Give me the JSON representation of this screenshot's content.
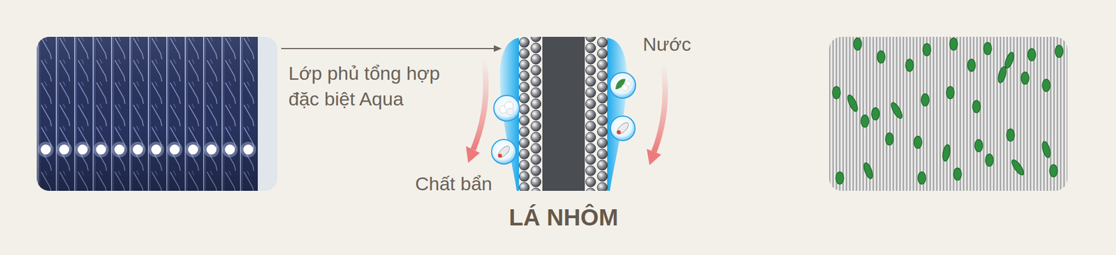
{
  "diagram": {
    "labels": [
      "Lớp phủ tổng hợp đặc biệt Aqua",
      "Nước",
      "Chất bẩn",
      "LÁ NHÔM"
    ]
  }
}
